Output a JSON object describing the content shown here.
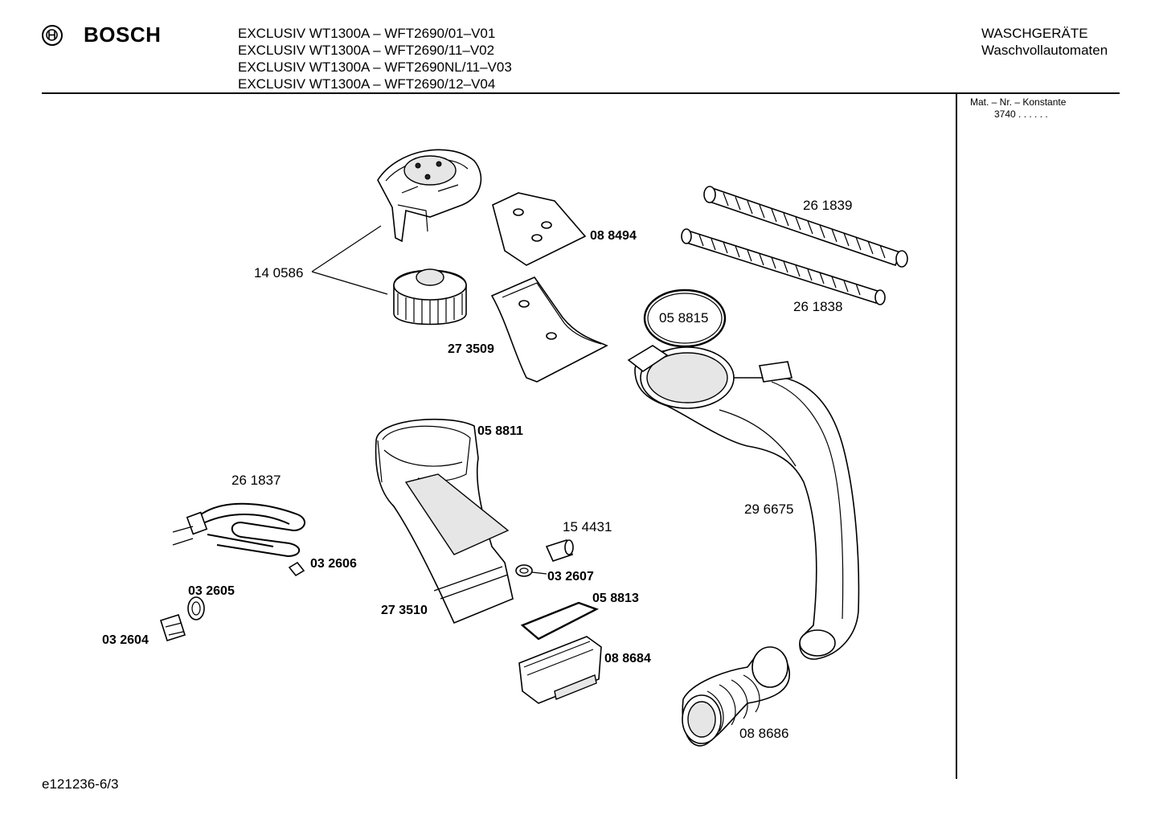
{
  "header": {
    "brand": "BOSCH",
    "models": [
      "EXCLUSIV WT1300A – WFT2690/01–V01",
      "EXCLUSIV WT1300A – WFT2690/11–V02",
      "EXCLUSIV WT1300A – WFT2690NL/11–V03",
      "EXCLUSIV WT1300A – WFT2690/12–V04"
    ],
    "category": "WASCHGERÄTE",
    "subcategory": "Waschvollautomaten"
  },
  "mat": {
    "label": "Mat. – Nr. – Konstante",
    "value": "3740  .  .    .  .  .  ."
  },
  "parts": [
    "14 0586",
    "08 8494",
    "26 1839",
    "26 1838",
    "05 8815",
    "27 3509",
    "05 8811",
    "26 1837",
    "29 6675",
    "15 4431",
    "03 2606",
    "03 2607",
    "03 2605",
    "05 8813",
    "27 3510",
    "03 2604",
    "08 8684",
    "08 8686"
  ],
  "footer": {
    "code": "e121236-6/3"
  }
}
